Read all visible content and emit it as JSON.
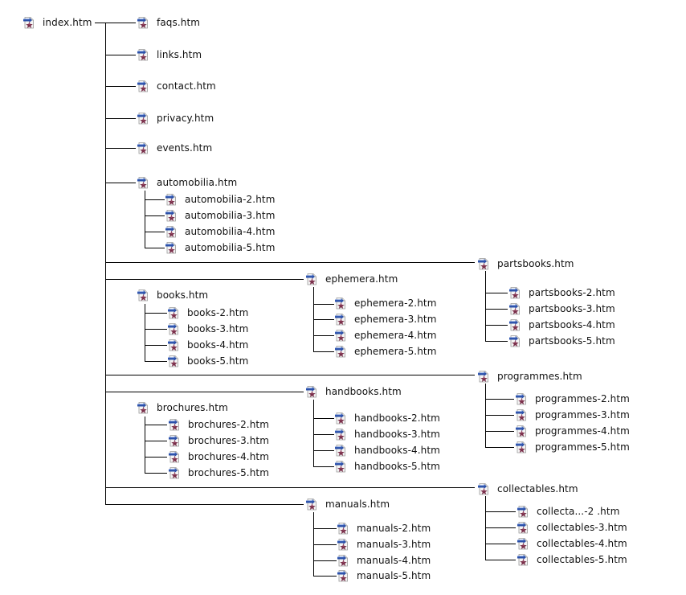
{
  "diagram": {
    "type": "site-map",
    "icon": "html-document-icon",
    "colors": {
      "line": "#000000",
      "text": "#111111",
      "icon_page": "#f2f2f2",
      "icon_arrow": "#2a4fa8",
      "icon_star": "#7a2f4a"
    },
    "root": "index.htm",
    "nodes": [
      {
        "id": "index",
        "label": "index.htm"
      },
      {
        "id": "faqs",
        "label": "faqs.htm",
        "parent": "index"
      },
      {
        "id": "links",
        "label": "links.htm",
        "parent": "index"
      },
      {
        "id": "contact",
        "label": "contact.htm",
        "parent": "index"
      },
      {
        "id": "privacy",
        "label": "privacy.htm",
        "parent": "index"
      },
      {
        "id": "events",
        "label": "events.htm",
        "parent": "index"
      },
      {
        "id": "automobilia",
        "label": "automobilia.htm",
        "parent": "index"
      },
      {
        "id": "automobilia-2",
        "label": "automobilia-2.htm",
        "parent": "automobilia"
      },
      {
        "id": "automobilia-3",
        "label": "automobilia-3.htm",
        "parent": "automobilia"
      },
      {
        "id": "automobilia-4",
        "label": "automobilia-4.htm",
        "parent": "automobilia"
      },
      {
        "id": "automobilia-5",
        "label": "automobilia-5.htm",
        "parent": "automobilia"
      },
      {
        "id": "partsbooks",
        "label": "partsbooks.htm",
        "parent": "index"
      },
      {
        "id": "partsbooks-2",
        "label": "partsbooks-2.htm",
        "parent": "partsbooks"
      },
      {
        "id": "partsbooks-3",
        "label": "partsbooks-3.htm",
        "parent": "partsbooks"
      },
      {
        "id": "partsbooks-4",
        "label": "partsbooks-4.htm",
        "parent": "partsbooks"
      },
      {
        "id": "partsbooks-5",
        "label": "partsbooks-5.htm",
        "parent": "partsbooks"
      },
      {
        "id": "ephemera",
        "label": "ephemera.htm",
        "parent": "index"
      },
      {
        "id": "ephemera-2",
        "label": "ephemera-2.htm",
        "parent": "ephemera"
      },
      {
        "id": "ephemera-3",
        "label": "ephemera-3.htm",
        "parent": "ephemera"
      },
      {
        "id": "ephemera-4",
        "label": "ephemera-4.htm",
        "parent": "ephemera"
      },
      {
        "id": "ephemera-5",
        "label": "ephemera-5.htm",
        "parent": "ephemera"
      },
      {
        "id": "books",
        "label": "books.htm"
      },
      {
        "id": "books-2",
        "label": "books-2.htm",
        "parent": "books"
      },
      {
        "id": "books-3",
        "label": "books-3.htm",
        "parent": "books"
      },
      {
        "id": "books-4",
        "label": "books-4.htm",
        "parent": "books"
      },
      {
        "id": "books-5",
        "label": "books-5.htm",
        "parent": "books"
      },
      {
        "id": "programmes",
        "label": "programmes.htm",
        "parent": "index"
      },
      {
        "id": "programmes-2",
        "label": "programmes-2.htm",
        "parent": "programmes"
      },
      {
        "id": "programmes-3",
        "label": "programmes-3.htm",
        "parent": "programmes"
      },
      {
        "id": "programmes-4",
        "label": "programmes-4.htm",
        "parent": "programmes"
      },
      {
        "id": "programmes-5",
        "label": "programmes-5.htm",
        "parent": "programmes"
      },
      {
        "id": "handbooks",
        "label": "handbooks.htm",
        "parent": "index"
      },
      {
        "id": "handbooks-2",
        "label": "handbooks-2.htm",
        "parent": "handbooks"
      },
      {
        "id": "handbooks-3",
        "label": "handbooks-3.htm",
        "parent": "handbooks"
      },
      {
        "id": "handbooks-4",
        "label": "handbooks-4.htm",
        "parent": "handbooks"
      },
      {
        "id": "handbooks-5",
        "label": "handbooks-5.htm",
        "parent": "handbooks"
      },
      {
        "id": "brochures",
        "label": "brochures.htm"
      },
      {
        "id": "brochures-2",
        "label": "brochures-2.htm",
        "parent": "brochures"
      },
      {
        "id": "brochures-3",
        "label": "brochures-3.htm",
        "parent": "brochures"
      },
      {
        "id": "brochures-4",
        "label": "brochures-4.htm",
        "parent": "brochures"
      },
      {
        "id": "brochures-5",
        "label": "brochures-5.htm",
        "parent": "brochures"
      },
      {
        "id": "collectables",
        "label": "collectables.htm",
        "parent": "index"
      },
      {
        "id": "collectables-2",
        "label": "collecta...-2 .htm",
        "parent": "collectables"
      },
      {
        "id": "collectables-3",
        "label": "collectables-3.htm",
        "parent": "collectables"
      },
      {
        "id": "collectables-4",
        "label": "collectables-4.htm",
        "parent": "collectables"
      },
      {
        "id": "collectables-5",
        "label": "collectables-5.htm",
        "parent": "collectables"
      },
      {
        "id": "manuals",
        "label": "manuals.htm",
        "parent": "index"
      },
      {
        "id": "manuals-2",
        "label": "manuals-2.htm",
        "parent": "manuals"
      },
      {
        "id": "manuals-3",
        "label": "manuals-3.htm",
        "parent": "manuals"
      },
      {
        "id": "manuals-4",
        "label": "manuals-4.htm",
        "parent": "manuals"
      },
      {
        "id": "manuals-5",
        "label": "manuals-5.htm",
        "parent": "manuals"
      }
    ]
  }
}
